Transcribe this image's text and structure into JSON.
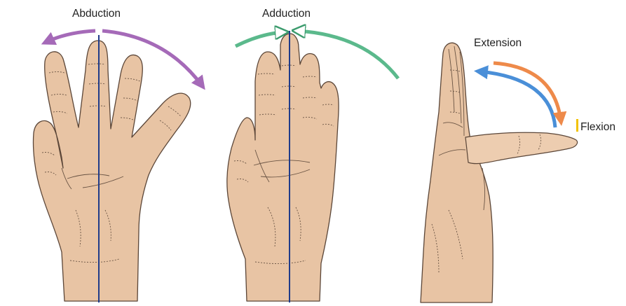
{
  "labels": {
    "abduction": "Abduction",
    "adduction": "Adduction",
    "extension": "Extension",
    "flexion": "Flexion"
  },
  "colors": {
    "abduction_arrow": "#a56ab8",
    "adduction_arrow": "#5bb98c",
    "extension_arrow": "#4a8fd8",
    "flexion_arrow": "#ee8a4a",
    "skin": "#e8c4a4",
    "midline": "#1f3b8a",
    "flexion_marker": "#f2c200"
  },
  "icons": {
    "abduction_arrows": "curved-double-arrow-outward",
    "adduction_arrows": "curved-double-arrow-inward",
    "thumb_arrows": "curved-arrow-pair"
  }
}
